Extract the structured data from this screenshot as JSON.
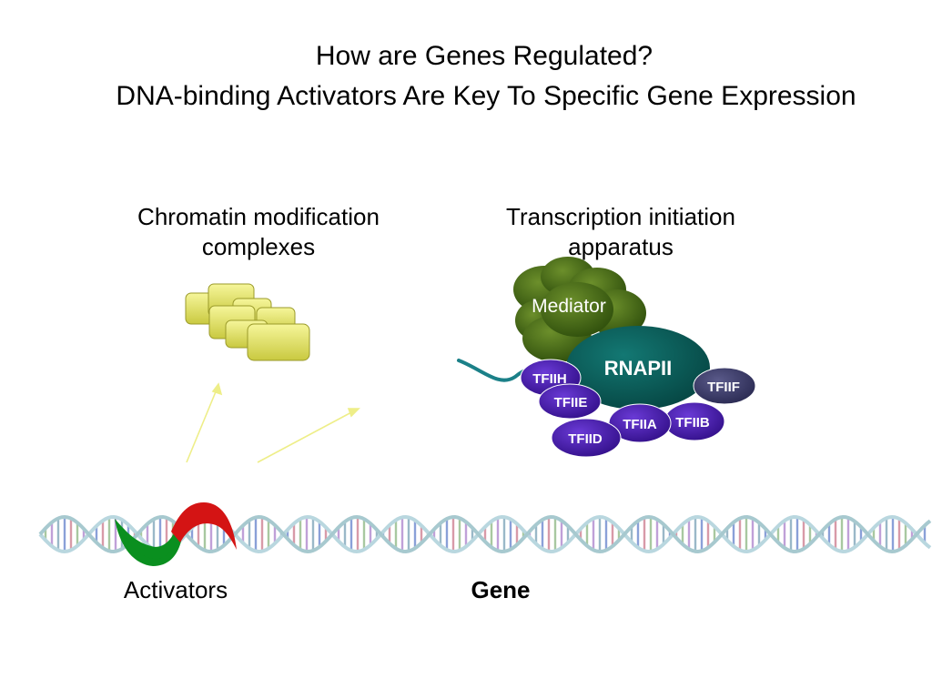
{
  "title": {
    "line1": "How are Genes Regulated?",
    "line2": "DNA-binding Activators Are Key To Specific Gene Expression"
  },
  "labels": {
    "chromatin": "Chromatin modification complexes",
    "transcription": "Transcription initiation apparatus",
    "mediator": "Mediator",
    "rnapii": "RNAPII",
    "activators": "Activators",
    "gene": "Gene"
  },
  "factors": {
    "tfiih": "TFIIH",
    "tfiie": "TFIIE",
    "tfiid": "TFIID",
    "tfiia": "TFIIA",
    "tfiib": "TFIIB",
    "tfiif": "TFIIF"
  },
  "colors": {
    "chromatin_blocks": "#e8e86a",
    "arrow": "#f3f39a",
    "mediator": "#3f6512",
    "rnapii": "#0b5a57",
    "factor_purple": "#4a1bb0",
    "tfiif": "#3c3c6e",
    "activator_green": "#0a8f1f",
    "activator_red": "#d41414",
    "dna_backbone": "#b9d7df"
  }
}
